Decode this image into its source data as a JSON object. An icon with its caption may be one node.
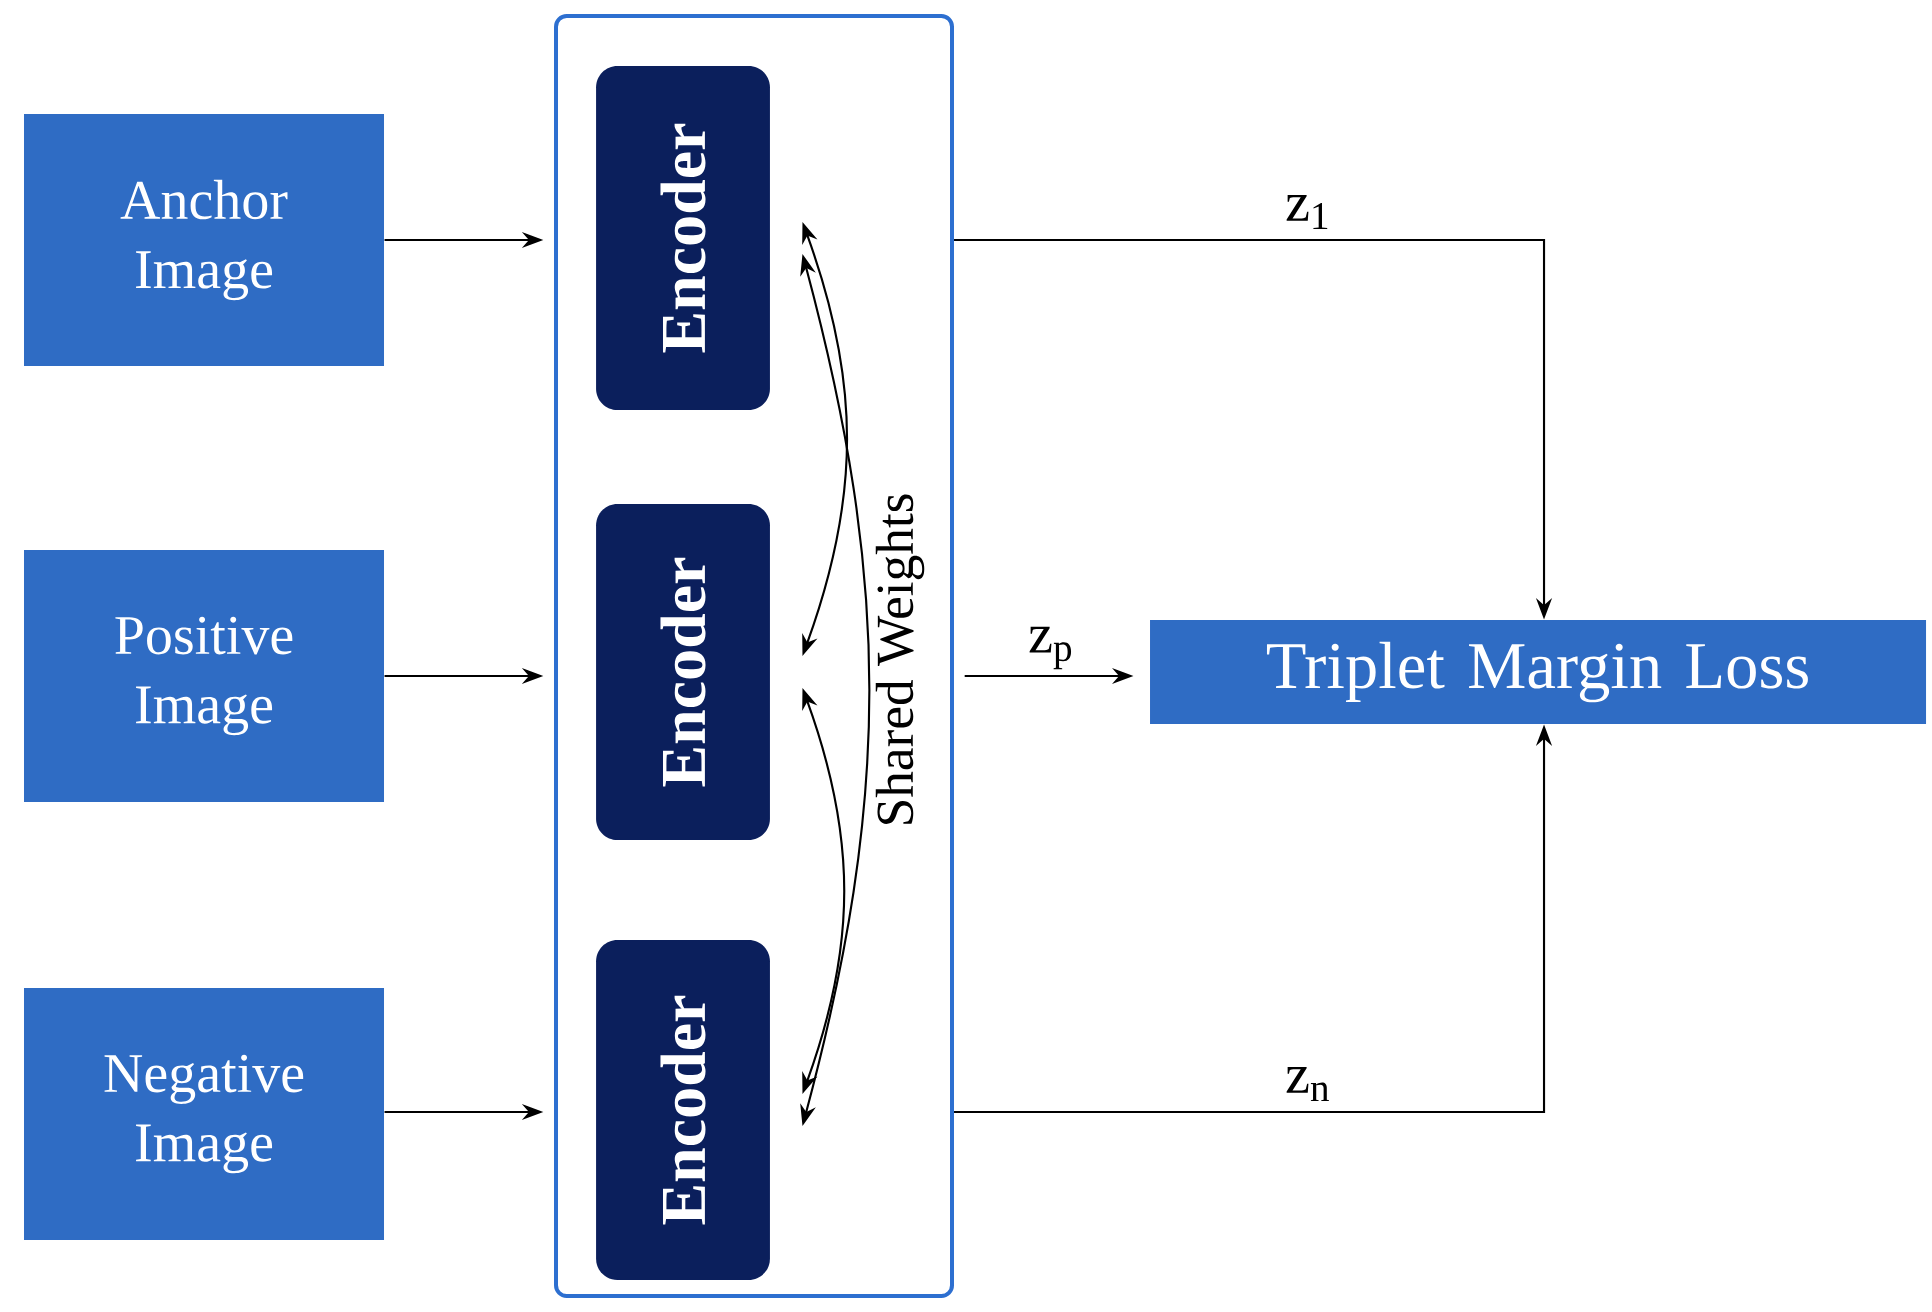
{
  "diagram": {
    "nodes": [
      {
        "text": [
          "Anchor Image"
        ]
      },
      {
        "text": [
          "Positive Image"
        ]
      },
      {
        "text": [
          "Negative Image"
        ]
      },
      {
        "text": [],
        "shape": "box"
      },
      {
        "text": [
          "Encoder"
        ],
        "in": 3
      },
      {
        "text": [
          "Encoder"
        ],
        "in": 3
      },
      {
        "text": [
          "Encoder"
        ],
        "in": 3
      },
      {
        "text": [
          "Triplet Margin Loss"
        ]
      }
    ],
    "edges": [
      {
        "from": 0,
        "to": 3,
        "arrow": "to"
      },
      {
        "from": 1,
        "to": 3,
        "arrow": "to"
      },
      {
        "from": 2,
        "to": 3,
        "arrow": "to"
      },
      {
        "from": 3,
        "to": 7,
        "arrow": "to",
        "label": "z$_{1}$"
      },
      {
        "from": 3,
        "to": 7,
        "arrow": "to",
        "label": "z$_{p}$"
      },
      {
        "from": 3,
        "to": 7,
        "arrow": "to",
        "label": "z$_{n}$"
      },
      {
        "from": 4,
        "to": 5,
        "arrow": "both"
      },
      {
        "from": 4,
        "to": 6,
        "arrow": "both"
      },
      {
        "from": 5,
        "to": 6,
        "arrow": "both"
      }
    ],
    "labels": [
      "Shared Weights"
    ]
  }
}
